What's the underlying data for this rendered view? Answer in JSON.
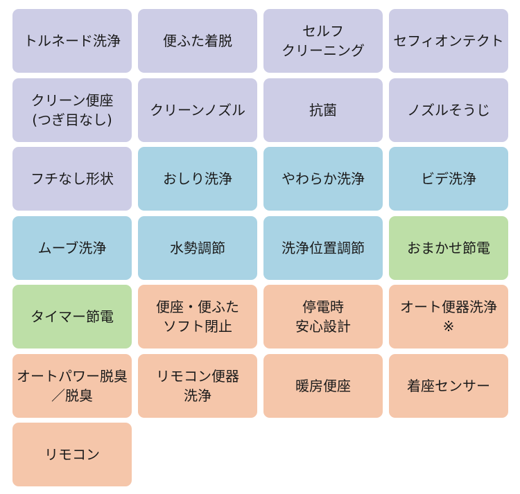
{
  "colors": {
    "lavender": "#cdcde6",
    "blue": "#a9d3e4",
    "green": "#bddfa7",
    "peach": "#f5c6aa"
  },
  "features": [
    {
      "label": "トルネード洗浄",
      "color": "lavender"
    },
    {
      "label": "便ふた着脱",
      "color": "lavender"
    },
    {
      "label": "セルフ\nクリーニング",
      "color": "lavender"
    },
    {
      "label": "セフィオンテクト",
      "color": "lavender"
    },
    {
      "label": "クリーン便座\n(つぎ目なし)",
      "color": "lavender"
    },
    {
      "label": "クリーンノズル",
      "color": "lavender"
    },
    {
      "label": "抗菌",
      "color": "lavender"
    },
    {
      "label": "ノズルそうじ",
      "color": "lavender"
    },
    {
      "label": "フチなし形状",
      "color": "lavender"
    },
    {
      "label": "おしり洗浄",
      "color": "blue"
    },
    {
      "label": "やわらか洗浄",
      "color": "blue"
    },
    {
      "label": "ビデ洗浄",
      "color": "blue"
    },
    {
      "label": "ムーブ洗浄",
      "color": "blue"
    },
    {
      "label": "水勢調節",
      "color": "blue"
    },
    {
      "label": "洗浄位置調節",
      "color": "blue"
    },
    {
      "label": "おまかせ節電",
      "color": "green"
    },
    {
      "label": "タイマー節電",
      "color": "green"
    },
    {
      "label": "便座・便ふた\nソフト閉止",
      "color": "peach"
    },
    {
      "label": "停電時\n安心設計",
      "color": "peach"
    },
    {
      "label": "オート便器洗浄\n※",
      "color": "peach"
    },
    {
      "label": "オートパワー脱臭\n／脱臭",
      "color": "peach"
    },
    {
      "label": "リモコン便器\n洗浄",
      "color": "peach"
    },
    {
      "label": "暖房便座",
      "color": "peach"
    },
    {
      "label": "着座センサー",
      "color": "peach"
    },
    {
      "label": "リモコン",
      "color": "peach"
    }
  ]
}
